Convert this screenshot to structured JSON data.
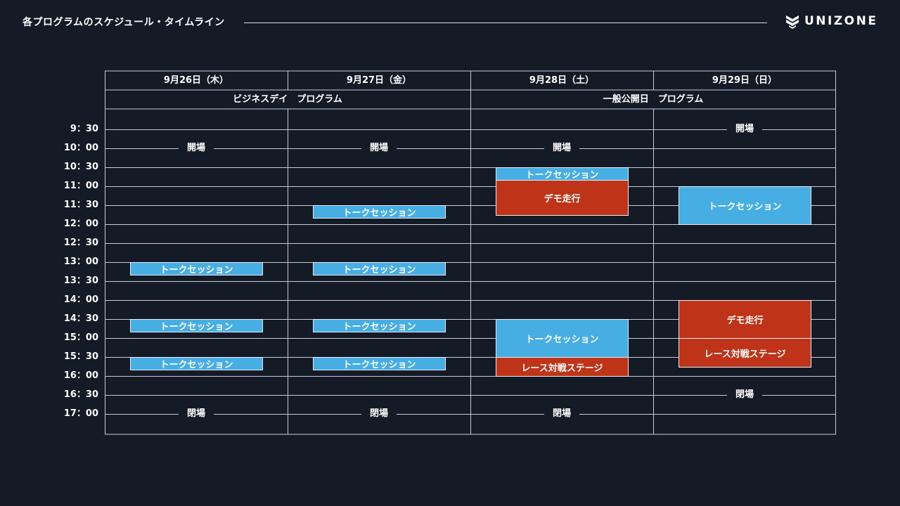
{
  "header": {
    "title": "各プログラムのスケジュール・タイムライン",
    "brand": "UNIZONE",
    "logo_icon": "unizone-chevron-logo-icon"
  },
  "colors": {
    "background": "#151b26",
    "line": "#c6ccd4",
    "session_blue": "#47aee4",
    "demo_red": "#bf3318"
  },
  "days": [
    {
      "label": "9月26日（木）"
    },
    {
      "label": "9月27日（金）"
    },
    {
      "label": "9月28日（土）"
    },
    {
      "label": "9月29日（日）"
    }
  ],
  "programs": [
    {
      "label": "ビジネスデイ　プログラム",
      "day_from": 0,
      "day_to": 1
    },
    {
      "label": "一般公開日　プログラム",
      "day_from": 2,
      "day_to": 3
    }
  ],
  "times": [
    "9：30",
    "10：00",
    "10：30",
    "11：00",
    "11：30",
    "12：00",
    "12：30",
    "13：00",
    "13：30",
    "14：00",
    "14：30",
    "15：00",
    "15：30",
    "16：00",
    "16：30",
    "17：00"
  ],
  "markers": [
    {
      "day": 0,
      "time_index": 1,
      "label": "開場"
    },
    {
      "day": 1,
      "time_index": 1,
      "label": "開場"
    },
    {
      "day": 2,
      "time_index": 1,
      "label": "開場"
    },
    {
      "day": 3,
      "time_index": 0,
      "label": "開場"
    },
    {
      "day": 0,
      "time_index": 15,
      "label": "閉場"
    },
    {
      "day": 1,
      "time_index": 15,
      "label": "閉場"
    },
    {
      "day": 2,
      "time_index": 15,
      "label": "閉場"
    },
    {
      "day": 3,
      "time_index": 14,
      "label": "閉場"
    }
  ],
  "events": [
    {
      "day": 0,
      "start": "13:00",
      "end": "13:20",
      "label": "トークセッション",
      "kind": "blue"
    },
    {
      "day": 0,
      "start": "14:30",
      "end": "14:50",
      "label": "トークセッション",
      "kind": "blue"
    },
    {
      "day": 0,
      "start": "15:30",
      "end": "15:50",
      "label": "トークセッション",
      "kind": "blue"
    },
    {
      "day": 1,
      "start": "11:30",
      "end": "11:50",
      "label": "トークセッション",
      "kind": "blue"
    },
    {
      "day": 1,
      "start": "13:00",
      "end": "13:20",
      "label": "トークセッション",
      "kind": "blue"
    },
    {
      "day": 1,
      "start": "14:30",
      "end": "14:50",
      "label": "トークセッション",
      "kind": "blue"
    },
    {
      "day": 1,
      "start": "15:30",
      "end": "15:50",
      "label": "トークセッション",
      "kind": "blue"
    },
    {
      "day": 2,
      "start": "10:30",
      "end": "10:50",
      "label": "トークセッション",
      "kind": "blue"
    },
    {
      "day": 2,
      "start": "10:50",
      "end": "11:45",
      "label": "デモ走行",
      "kind": "red"
    },
    {
      "day": 2,
      "start": "14:30",
      "end": "15:30",
      "label": "トークセッション",
      "kind": "blue"
    },
    {
      "day": 2,
      "start": "15:30",
      "end": "16:00",
      "label": "レース対戦ステージ",
      "kind": "red"
    },
    {
      "day": 3,
      "start": "11:00",
      "end": "12:00",
      "label": "トークセッション",
      "kind": "blue"
    },
    {
      "day": 3,
      "start": "14:00",
      "end": "15:00",
      "label": "デモ走行",
      "kind": "red"
    },
    {
      "day": 3,
      "start": "15:00",
      "end": "15:45",
      "label": "レース対戦ステージ",
      "kind": "red"
    }
  ]
}
